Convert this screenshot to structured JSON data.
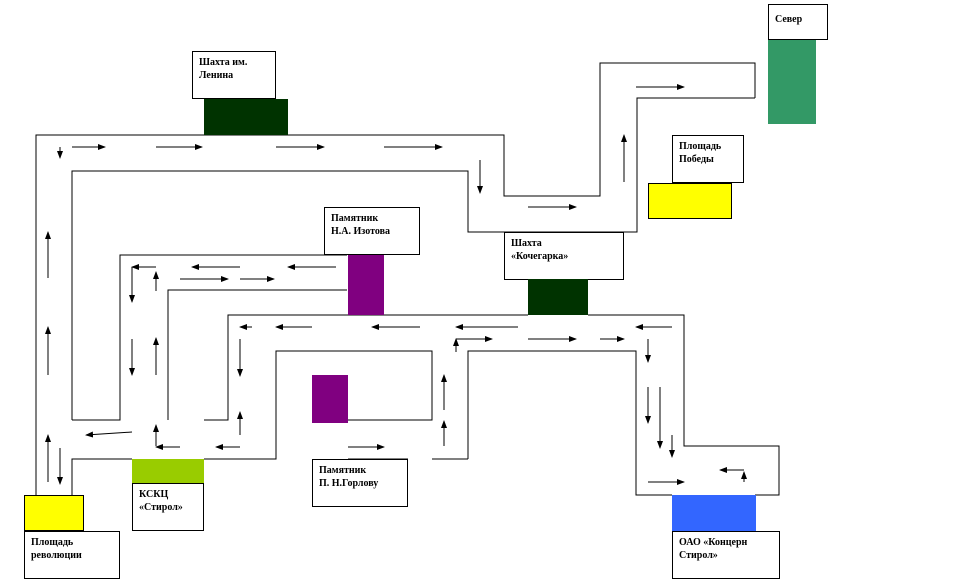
{
  "places": {
    "mine_lenin": {
      "label": "Шахта им.\nЛенина",
      "color": "#003300"
    },
    "sever": {
      "label": "Север",
      "color": "#339966"
    },
    "victory_square": {
      "label": "Площадь\nПобеды",
      "color": "#ffff00"
    },
    "izotov_monument": {
      "label": "Памятник\nН.А. Изотова",
      "color": "#800080"
    },
    "kochegarka_mine": {
      "label": "Шахта\n«Кочегарка»",
      "color": "#003300"
    },
    "gorlov_monument": {
      "label": "Памятник\nП. Н.Горлову",
      "color": "#800080"
    },
    "kskc": {
      "label": "КСКЦ\n«Стирол»",
      "color": "#99cc00"
    },
    "revolution_square": {
      "label": "Площадь\nреволюции",
      "color": "#ffff00"
    },
    "stirol_concern": {
      "label": "ОАО «Концерн\nСтирол»",
      "color": "#3366ff"
    }
  },
  "colors": {
    "line": "#000000",
    "background": "#ffffff"
  }
}
